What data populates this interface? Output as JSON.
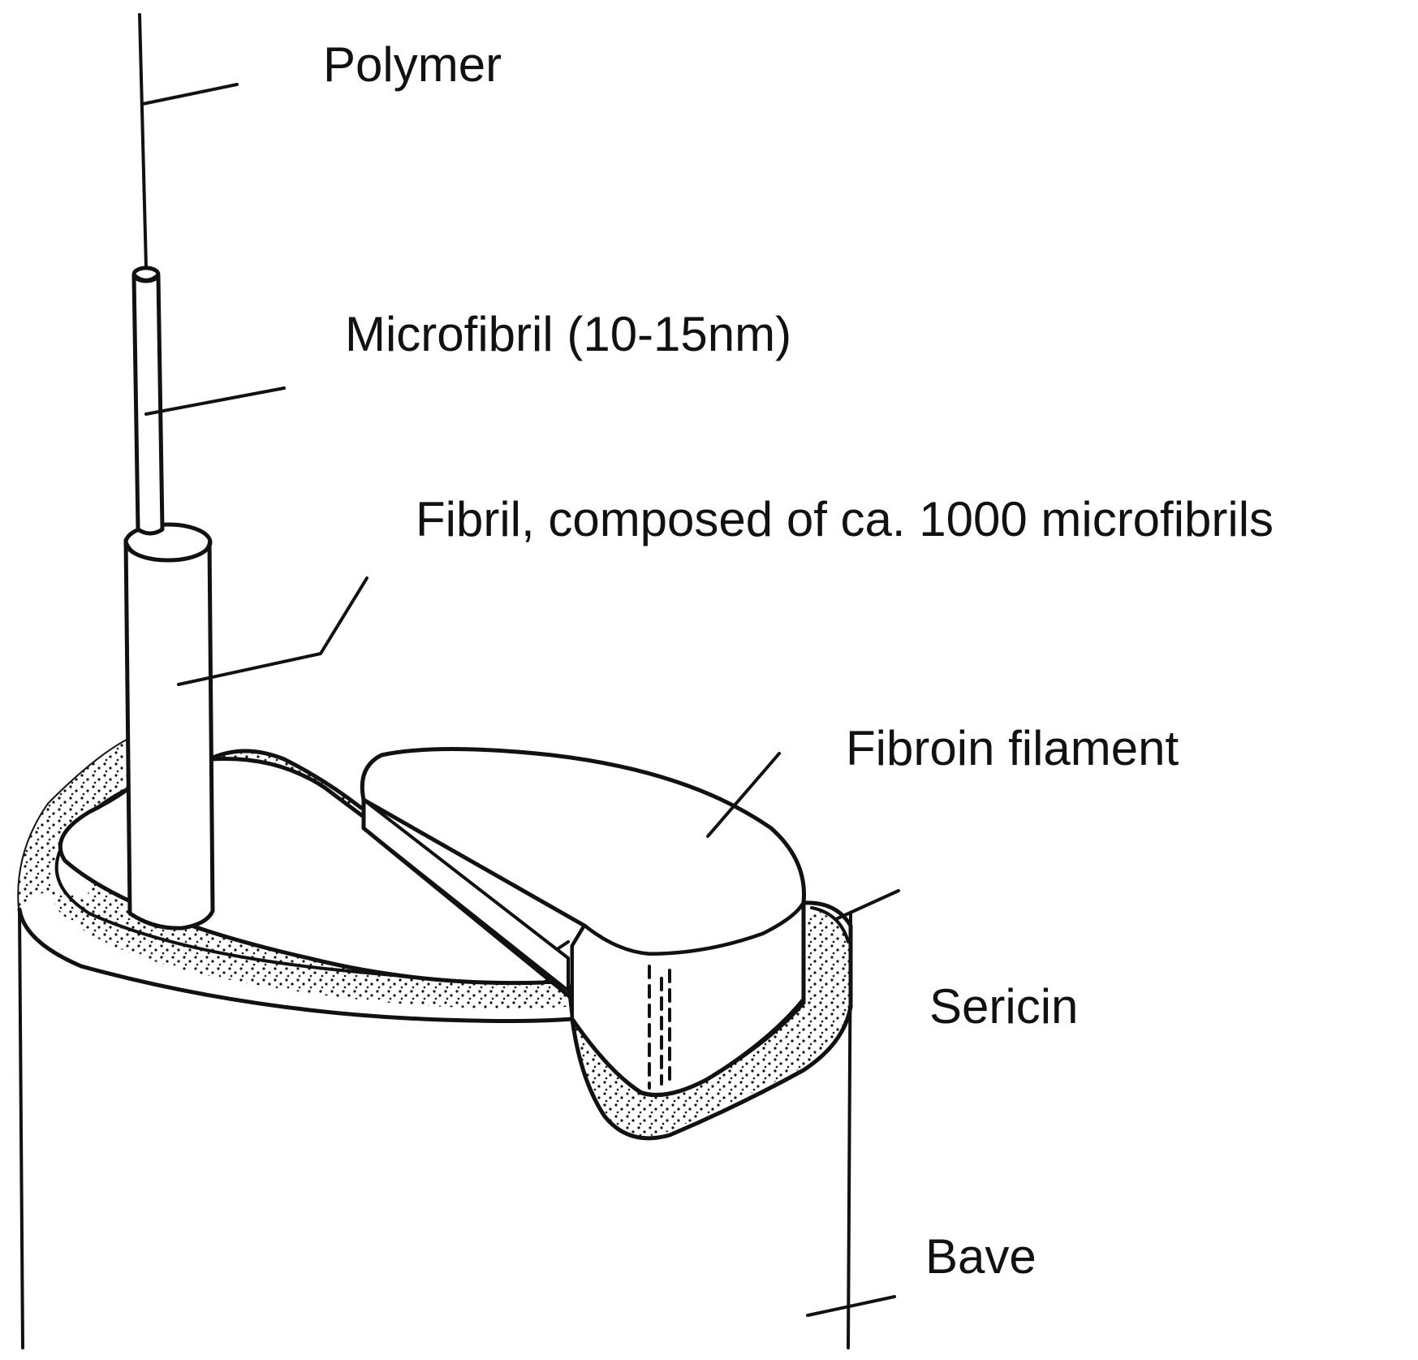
{
  "labels": {
    "polymer": "Polymer",
    "microfibril": "Microfibril (10-15nm)",
    "fibril": "Fibril, composed of ca. 1000 microfibrils",
    "fibroin": "Fibroin filament",
    "sericin": "Sericin",
    "bave": "Bave"
  },
  "colors": {
    "ink": "#111111",
    "paper": "#ffffff"
  }
}
